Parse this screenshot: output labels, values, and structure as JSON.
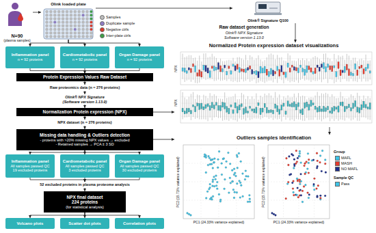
{
  "diagram": {
    "nodes": [
      {
        "text": [
          "N=90",
          "(plasma samples)"
        ]
      },
      {
        "text": [
          "Olink loaded plate"
        ]
      },
      {
        "text": [
          "Inflammation panel",
          "n = 92 proteins"
        ]
      },
      {
        "text": [
          "Cardiometabolic panel",
          "n = 92 proteins"
        ]
      },
      {
        "text": [
          "Organ Damage panel",
          "n = 92 proteins"
        ]
      },
      {
        "text": [
          "Olink® Signature Q100"
        ]
      },
      {
        "text": [
          "Protein Expression Values Raw Dataset"
        ]
      },
      {
        "text": [
          "Raw proteomics data (n = 276 proteins)"
        ]
      },
      {
        "text": [
          "Olink® NPX Signature",
          "(Software version 1.13.0)"
        ]
      },
      {
        "text": [
          "Normalization Protein expression (NPX)"
        ]
      },
      {
        "text": [
          "NPX dataset (n = 276 proteins)"
        ]
      },
      {
        "text": [
          "Missing data handling & Outliers detection",
          "- proteins with >20% missing NPX values → excluded",
          "- Retained samples → PCA ± 3 SD"
        ]
      },
      {
        "text": [
          "Inflammation panel",
          "All samples passed QC",
          "19 excluded proteins"
        ]
      },
      {
        "text": [
          "Cardiometabolic panel",
          "All samples passed QC",
          "3 excluded proteins"
        ]
      },
      {
        "text": [
          "Organ Damage panel",
          "All samples passed QC",
          "30 excluded proteins"
        ]
      },
      {
        "text": [
          "52 excluded proteins in plasma proteome analysis"
        ]
      },
      {
        "text": [
          "NPX final dataset",
          "224 proteins",
          "(for statistical analysis)"
        ]
      },
      {
        "text": [
          "Volcano plots"
        ]
      },
      {
        "text": [
          "Scatter dot plots"
        ]
      },
      {
        "text": [
          "Correlation plots"
        ]
      },
      {
        "text": [
          "Normalized Protein expression dataset visualizations"
        ]
      },
      {
        "text": [
          "Outliers samples identification"
        ]
      }
    ],
    "edges": [
      {
        "from": 0,
        "to": 1,
        "arrow": "to"
      },
      {
        "from": 1,
        "to": 2,
        "arrow": "to"
      },
      {
        "from": 1,
        "to": 3,
        "arrow": "to"
      },
      {
        "from": 1,
        "to": 4,
        "arrow": "to"
      },
      {
        "from": 1,
        "to": 5,
        "arrow": "to"
      },
      {
        "from": 5,
        "to": 20,
        "arrow": "to"
      },
      {
        "from": 2,
        "to": 6,
        "arrow": "to"
      },
      {
        "from": 3,
        "to": 6,
        "arrow": "to"
      },
      {
        "from": 4,
        "to": 6,
        "arrow": "to"
      },
      {
        "from": 6,
        "to": 7,
        "arrow": "to"
      },
      {
        "from": 7,
        "to": 8,
        "arrow": "to"
      },
      {
        "from": 8,
        "to": 9,
        "arrow": "to"
      },
      {
        "from": 9,
        "to": 10,
        "arrow": "to"
      },
      {
        "from": 9,
        "to": 20,
        "arrow": "to"
      },
      {
        "from": 10,
        "to": 11,
        "arrow": "to"
      },
      {
        "from": 11,
        "to": 12,
        "arrow": "to"
      },
      {
        "from": 11,
        "to": 13,
        "arrow": "to"
      },
      {
        "from": 11,
        "to": 14,
        "arrow": "to"
      },
      {
        "from": 11,
        "to": 21,
        "arrow": "to"
      },
      {
        "from": 12,
        "to": 15,
        "arrow": "to"
      },
      {
        "from": 13,
        "to": 15,
        "arrow": "to"
      },
      {
        "from": 14,
        "to": 15,
        "arrow": "to"
      },
      {
        "from": 15,
        "to": 16,
        "arrow": "to"
      },
      {
        "from": 16,
        "to": 17,
        "arrow": "to"
      },
      {
        "from": 16,
        "to": 18,
        "arrow": "to"
      },
      {
        "from": 16,
        "to": 19,
        "arrow": "to"
      },
      {
        "from": 20,
        "to": 21,
        "arrow": "to"
      }
    ],
    "labels": [
      "Raw dataset generation",
      "Olink® NPX Signature",
      "Software version 1.13.0",
      "NPX",
      "NPX",
      "PC1 (24.33% variance explained)",
      "PC2 (15.71% variance explained)",
      "PC1 (24.33% variance explained)",
      "PC2 (15.71% variance explained)",
      "Group",
      "Sample QC"
    ],
    "legend": [
      {
        "text": "Samples",
        "color": "#bdbdbd"
      },
      {
        "text": "Duplicate sample",
        "color": "#8e7cc3"
      },
      {
        "text": "Negative ctrls",
        "color": "#d93a2b"
      },
      {
        "text": "Inter-plate ctrls",
        "color": "#3e9e48"
      },
      {
        "text": "MAFL",
        "color": "#3ec3e6"
      },
      {
        "text": "MASH",
        "color": "#e53b2e"
      },
      {
        "text": "NO MAFL",
        "color": "#1c2e8c"
      },
      {
        "text": "Pass",
        "color": "#3ec3e6"
      }
    ]
  }
}
